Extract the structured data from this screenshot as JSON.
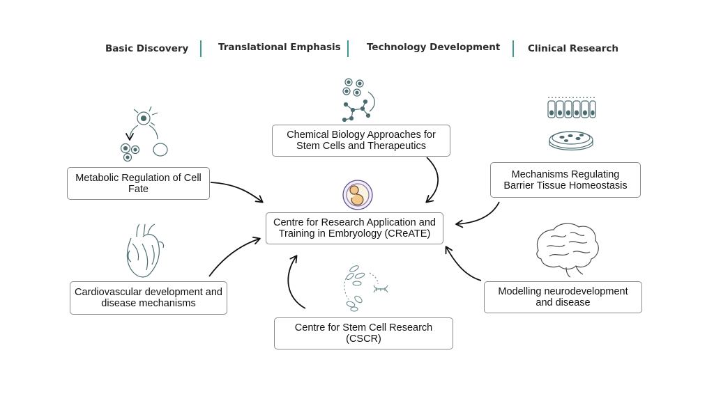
{
  "header": {
    "items": [
      "Basic Discovery",
      "Translational Emphasis",
      "Technology Development",
      "Clinical Research"
    ]
  },
  "nodes": {
    "center": "Centre for Research Application and Training in Embryology (CReATE)",
    "chemical": "Chemical Biology Approaches for Stem Cells and Therapeutics",
    "metabolic": "Metabolic Regulation of Cell Fate",
    "barrier": "Mechanisms Regulating Barrier Tissue Homeostasis",
    "cardio": "Cardiovascular development and disease mechanisms",
    "neuro": "Modelling neurodevelopment and disease",
    "cscr": "Centre for Stem Cell Research (CSCR)"
  },
  "colors": {
    "accent": "#3a9a94",
    "icon_ink": "#4a6b70",
    "arrow": "#111111",
    "box_border": "#8a8a8a"
  },
  "icons": {
    "metabolic": "cell-division-icon",
    "chemical": "molecule-cells-icon",
    "barrier": "epithelium-petri-dish-icon",
    "center": "embryo-icon",
    "cardio": "heart-icon",
    "cscr": "cells-dna-icon",
    "neuro": "brain-icon"
  }
}
